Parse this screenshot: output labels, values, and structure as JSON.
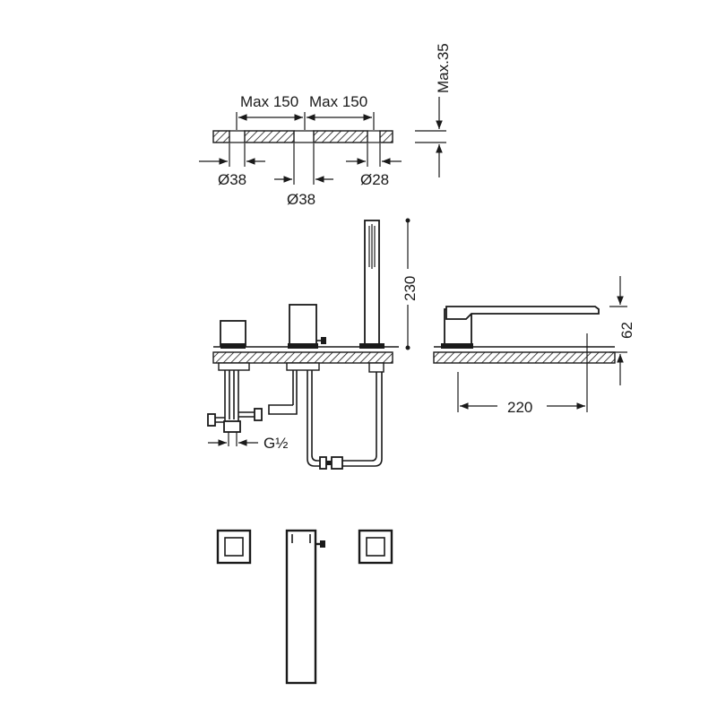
{
  "dimensions": {
    "max_150_left": "Max 150",
    "max_150_right": "Max 150",
    "max_35": "Max.35",
    "dia_38_left": "Ø38",
    "dia_38_center": "Ø38",
    "dia_28": "Ø28",
    "height_230": "230",
    "height_62": "62",
    "length_220": "220",
    "thread_g": "G½"
  }
}
